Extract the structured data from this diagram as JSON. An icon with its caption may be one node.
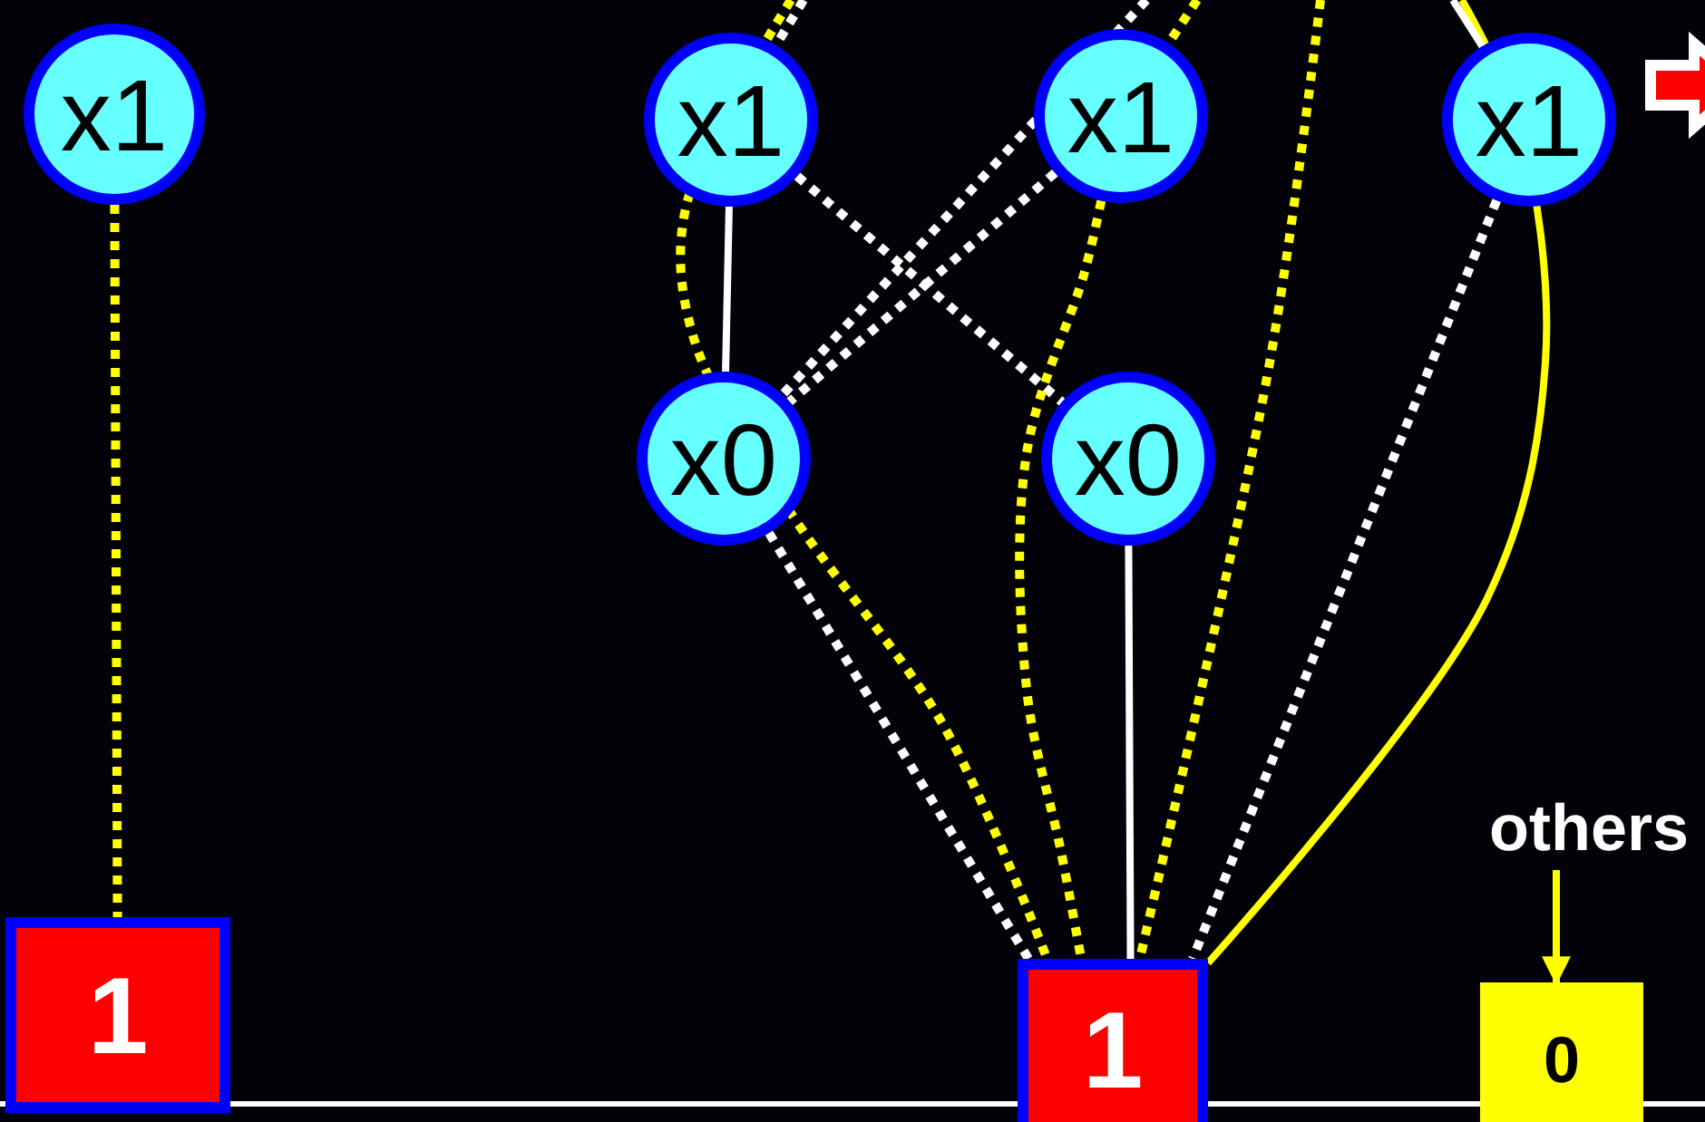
{
  "diagram": {
    "nodes": [
      {
        "text": [
          "x1"
        ]
      },
      {
        "text": [
          "x1"
        ]
      },
      {
        "text": [
          "x1"
        ]
      },
      {
        "text": [
          "x1"
        ]
      },
      {
        "text": [
          "x0"
        ]
      },
      {
        "text": [
          "x0"
        ]
      },
      {
        "text": [
          "1"
        ]
      },
      {
        "text": [
          "1"
        ]
      },
      {
        "text": [
          "others"
        ]
      },
      {
        "text": [
          "0"
        ]
      }
    ],
    "edges": [
      {
        "from": 0,
        "to": 6,
        "arrow": "none",
        "style": "dashed",
        "color": "#ffff00"
      },
      {
        "from": 1,
        "to": 4,
        "arrow": "none"
      },
      {
        "from": 1,
        "to": 5,
        "arrow": "none",
        "style": "dashed"
      },
      {
        "from": 2,
        "to": 4,
        "arrow": "none",
        "style": "dashed"
      },
      {
        "from": null,
        "to": 4,
        "arrow": "none",
        "style": "dashed"
      },
      {
        "from": 4,
        "to": 7,
        "arrow": "none",
        "style": "dashed"
      },
      {
        "from": null,
        "to": 7,
        "arrow": "none",
        "style": "dashed",
        "color": "#ffff00"
      },
      {
        "from": null,
        "to": 1,
        "arrow": "none",
        "style": "dashed"
      },
      {
        "from": null,
        "to": 2,
        "arrow": "none",
        "style": "dashed",
        "color": "#ffff00"
      },
      {
        "from": 2,
        "to": 7,
        "arrow": "none",
        "style": "dashed",
        "color": "#ffff00"
      },
      {
        "from": 5,
        "to": 7,
        "arrow": "none"
      },
      {
        "from": null,
        "to": 7,
        "arrow": "none",
        "style": "dashed",
        "color": "#ffff00"
      },
      {
        "from": 3,
        "to": 7,
        "arrow": "none",
        "style": "dashed"
      },
      {
        "from": null,
        "to": 7,
        "arrow": "none",
        "color": "#ffff00"
      },
      {
        "from": null,
        "to": 3,
        "arrow": "none"
      },
      {
        "from": 8,
        "to": 9,
        "arrow": "to",
        "color": "#ffff00"
      }
    ]
  }
}
